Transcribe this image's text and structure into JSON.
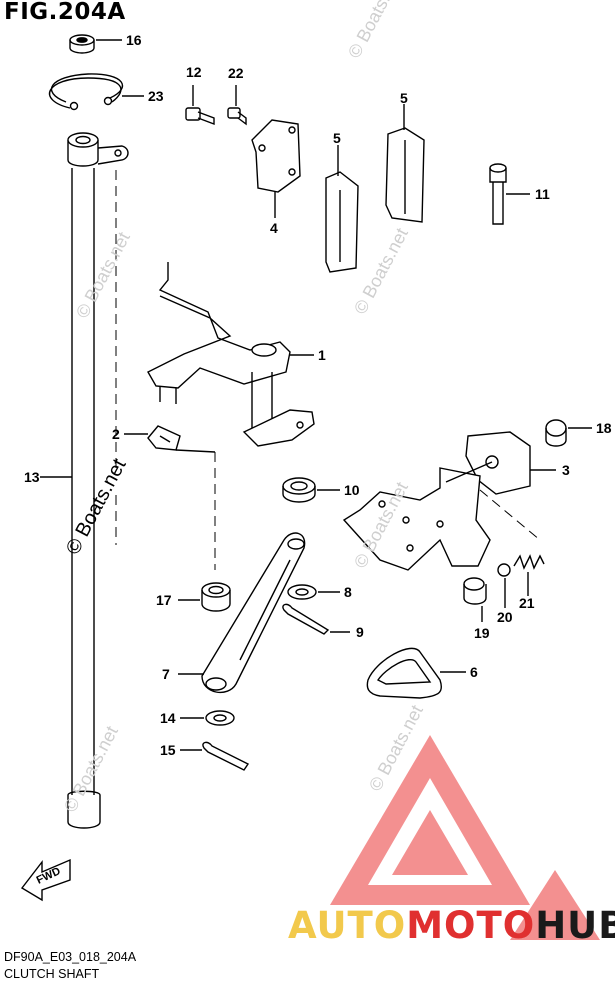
{
  "figure": {
    "title": "FIG.204A",
    "code": "DF90A_E03_018_204A",
    "caption": "CLUTCH SHAFT",
    "fwd_label": "FWD"
  },
  "callouts": [
    "16",
    "23",
    "12",
    "22",
    "5",
    "5",
    "11",
    "4",
    "1",
    "2",
    "18",
    "3",
    "13",
    "10",
    "17",
    "8",
    "9",
    "7",
    "6",
    "19",
    "20",
    "21",
    "14",
    "15"
  ],
  "watermarks": {
    "main": "© Boats.net",
    "faint": "© Boats.net"
  },
  "brand": {
    "part1": "AUTO",
    "part2": "MOTO",
    "part3": "HUB",
    "colors": {
      "auto": "#f2c94c",
      "moto": "#e03030",
      "hub": "#1a1a1a",
      "triangle": "#e85050"
    }
  }
}
